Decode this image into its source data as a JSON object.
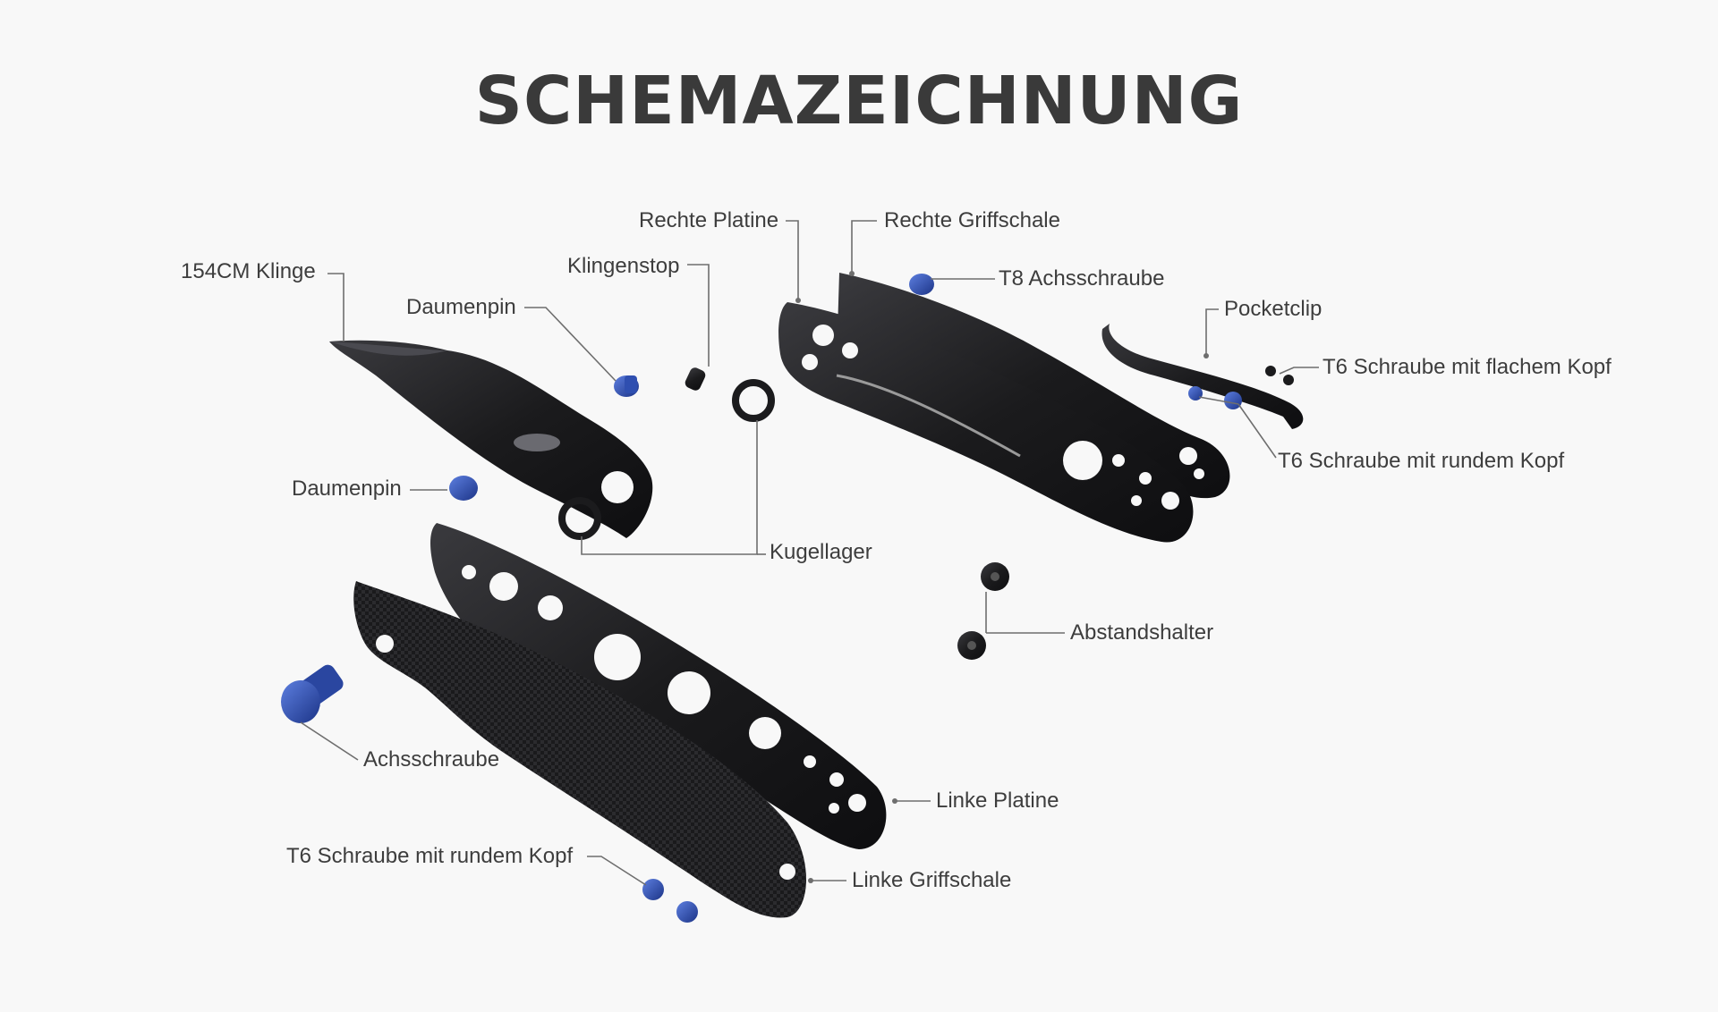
{
  "title": "SCHEMAZEICHNUNG",
  "colors": {
    "background": "#f8f8f8",
    "part_black": "#1b1b1d",
    "part_highlight": "#3a3a3e",
    "screw_blue": "#2f4fb0",
    "leader": "#6e6e6e"
  },
  "labels": {
    "klinge": "154CM Klinge",
    "daumenpin_top": "Daumenpin",
    "daumenpin_left": "Daumenpin",
    "klingenstop": "Klingenstop",
    "rechte_platine": "Rechte Platine",
    "rechte_griffschale": "Rechte Griffschale",
    "t8_achsschraube": "T8 Achsschraube",
    "pocketclip": "Pocketclip",
    "t6_flach": "T6 Schraube mit flachem Kopf",
    "t6_rund_right": "T6 Schraube mit rundem Kopf",
    "kugellager": "Kugellager",
    "abstandshalter": "Abstandshalter",
    "achsschraube": "Achsschraube",
    "linke_platine": "Linke Platine",
    "t6_rund_left": "T6 Schraube mit rundem Kopf",
    "linke_griffschale": "Linke Griffschale"
  }
}
